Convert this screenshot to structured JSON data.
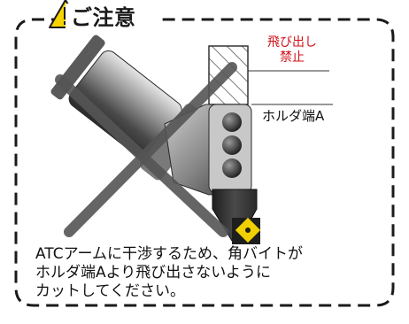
{
  "caution": {
    "title": "ご注意",
    "icon": "warning-triangle-icon",
    "icon_color": "#f6d400"
  },
  "callouts": {
    "protrusion_prohibited": [
      "飛び出し",
      "禁止"
    ],
    "holder_end": "ホルダ端A"
  },
  "note": {
    "lines": [
      "ATCアームに干渉するため、角バイトが",
      "ホルダ端Aより飛び出さないように",
      "カットしてください。"
    ]
  },
  "colors": {
    "frame": "#1a1a1a",
    "highlight_red": "#d0121b",
    "tool_dark": "#3a3a3a",
    "tool_light": "#bdbdbd"
  }
}
